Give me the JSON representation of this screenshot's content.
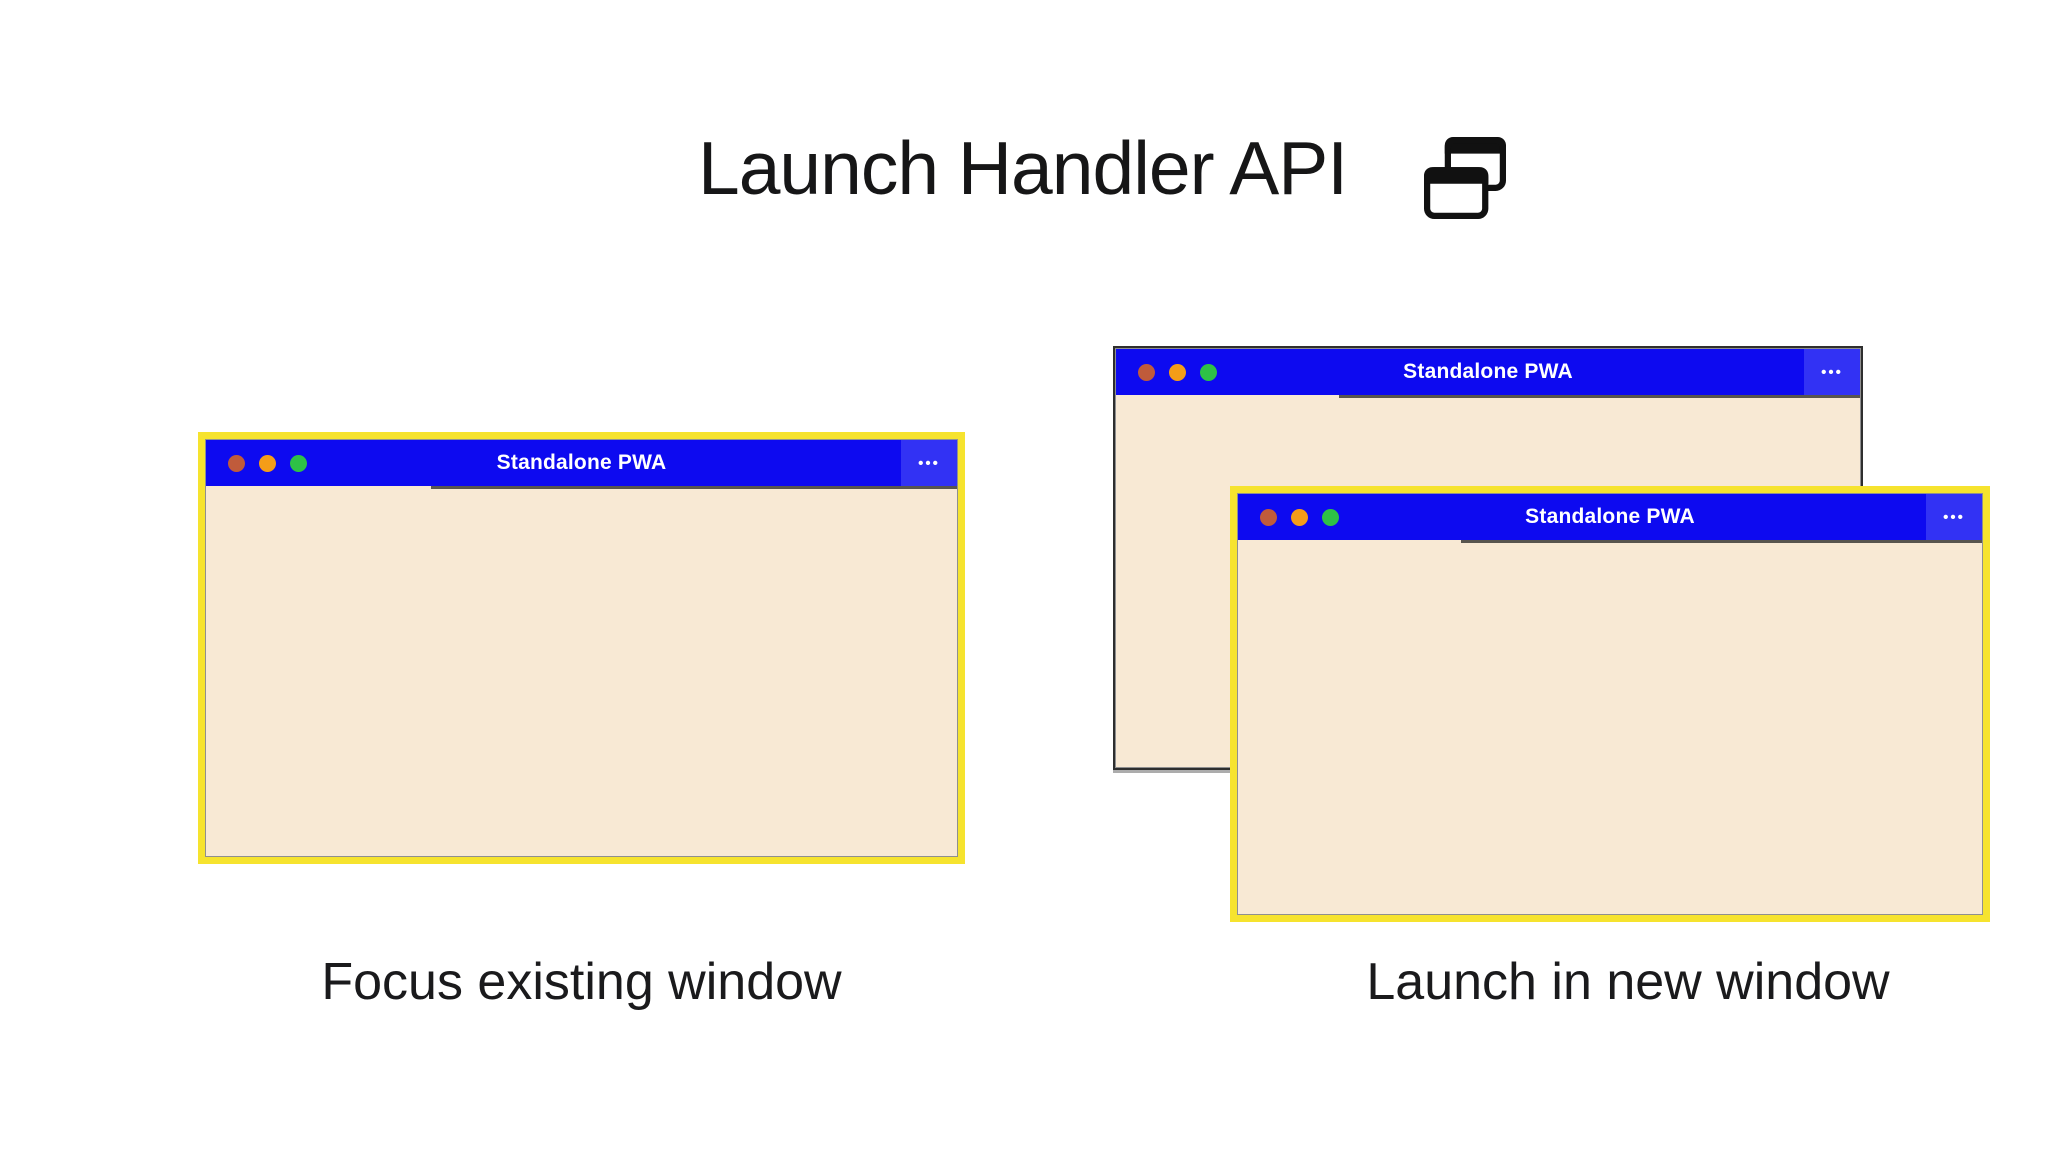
{
  "colors": {
    "titlebar-blue": "#0d0af0",
    "more-blue": "#3232f4",
    "content-cream": "#f8e9d4",
    "highlight-yellow": "#f6e32e",
    "back-border": "#2e2e2e",
    "dot-red": "#c05b3b",
    "dot-yellow": "#f49d18",
    "dot-green": "#2ec146"
  },
  "header": {
    "title": "Launch Handler API",
    "icon": "overlapping-windows"
  },
  "scenes": {
    "focus_existing": {
      "caption": "Focus existing window",
      "window": {
        "title": "Standalone PWA",
        "more_label": "•••"
      }
    },
    "launch_new": {
      "caption": "Launch in new window",
      "back_window": {
        "title": "Standalone PWA",
        "more_label": "•••"
      },
      "front_window": {
        "title": "Standalone PWA",
        "more_label": "•••"
      }
    }
  }
}
